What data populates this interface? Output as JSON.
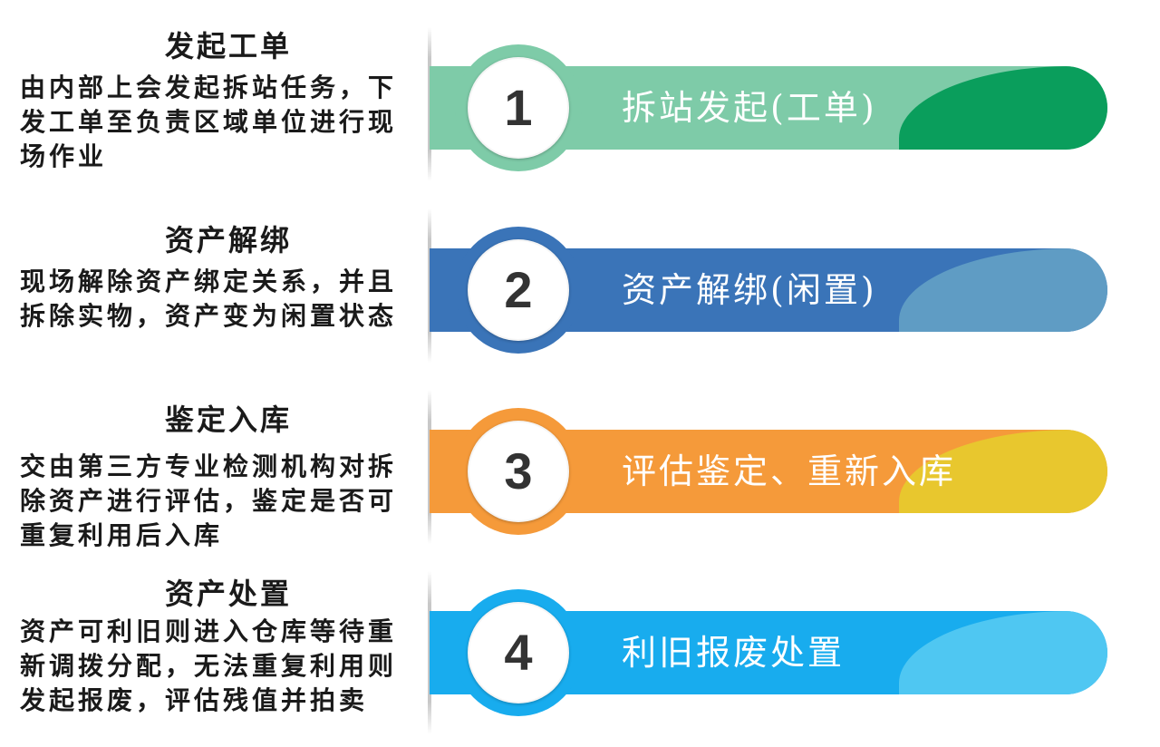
{
  "steps": [
    {
      "number": "1",
      "bar_label": "拆站发起(工单)",
      "desc_title": "发起工单",
      "desc_lines": [
        "由内部上会发起拆站任务，下",
        "发工单至负责区域单位进行现",
        "场作业"
      ],
      "color_main": "#7ecba8",
      "color_accent": "#0a9e5c"
    },
    {
      "number": "2",
      "bar_label": "资产解绑(闲置)",
      "desc_title": "资产解绑",
      "desc_lines": [
        "现场解除资产绑定关系，并且",
        "拆除实物，资产变为闲置状态"
      ],
      "color_main": "#3a74b8",
      "color_accent": "#5f9cc4"
    },
    {
      "number": "3",
      "bar_label": "评估鉴定、重新入库",
      "desc_title": "鉴定入库",
      "desc_lines": [
        "交由第三方专业检测机构对拆",
        "除资产进行评估，鉴定是否可",
        "重复利用后入库"
      ],
      "color_main": "#f59a3a",
      "color_accent": "#e8c72e"
    },
    {
      "number": "4",
      "bar_label": "利旧报废处置",
      "desc_title": "资产处置",
      "desc_lines": [
        "资产可利旧则进入仓库等待重",
        "新调拨分配，无法重复利用则",
        "发起报废，评估残值并拍卖"
      ],
      "color_main": "#18acee",
      "color_accent": "#4fc7f2"
    }
  ]
}
